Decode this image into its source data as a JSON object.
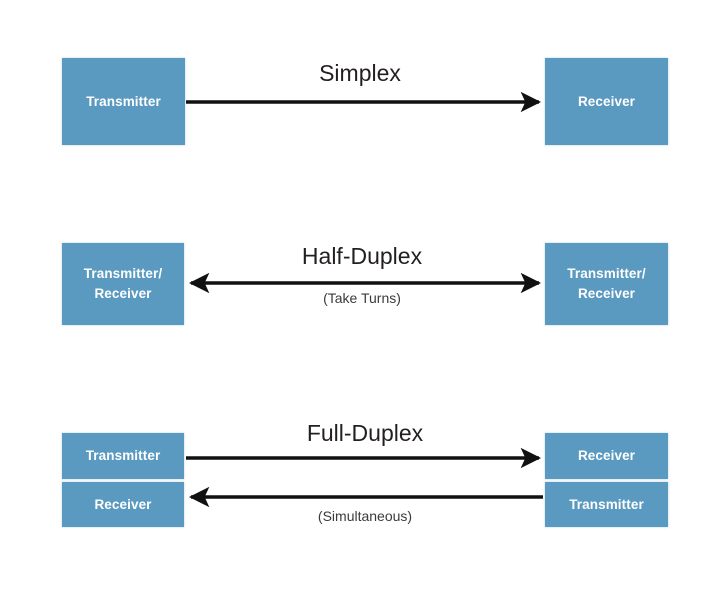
{
  "diagram": {
    "background_color": "#ffffff",
    "box_color": "#5a99c0",
    "box_text_color": "#ffffff",
    "arrow_color": "#111111",
    "title_color": "#231f20",
    "note_color": "#3b3b3b",
    "rows": [
      {
        "id": "simplex",
        "title": "Simplex",
        "note": "",
        "left_boxes": [
          "Transmitter"
        ],
        "right_boxes": [
          "Receiver"
        ],
        "arrows": [
          "left-to-right"
        ]
      },
      {
        "id": "half-duplex",
        "title": "Half-Duplex",
        "note": "(Take Turns)",
        "left_boxes": [
          "Transmitter/",
          "Receiver"
        ],
        "right_boxes": [
          "Transmitter/",
          "Receiver"
        ],
        "arrows": [
          "bidirectional"
        ]
      },
      {
        "id": "full-duplex",
        "title": "Full-Duplex",
        "note": "(Simultaneous)",
        "left_boxes": [
          "Transmitter",
          "Receiver"
        ],
        "right_boxes": [
          "Receiver",
          "Transmitter"
        ],
        "arrows": [
          "left-to-right",
          "right-to-left"
        ]
      }
    ]
  },
  "simplex": {
    "title": "Simplex",
    "transmitter": "Transmitter",
    "receiver": "Receiver"
  },
  "half_duplex": {
    "title": "Half-Duplex",
    "note": "(Take Turns)",
    "left_line1": "Transmitter/",
    "left_line2": "Receiver",
    "right_line1": "Transmitter/",
    "right_line2": "Receiver"
  },
  "full_duplex": {
    "title": "Full-Duplex",
    "note": "(Simultaneous)",
    "left_top": "Transmitter",
    "left_bottom": "Receiver",
    "right_top": "Receiver",
    "right_bottom": "Transmitter"
  }
}
